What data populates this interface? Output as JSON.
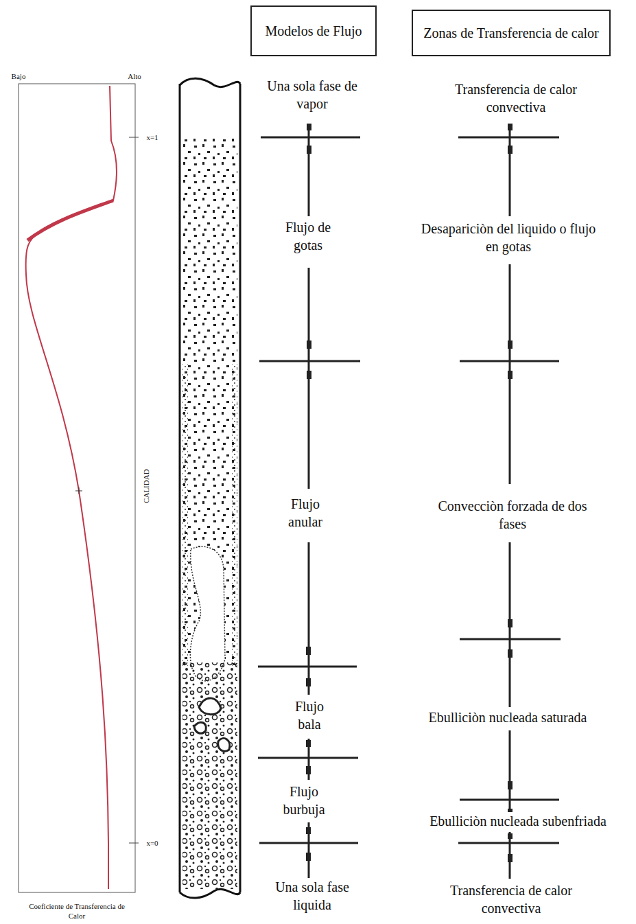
{
  "diagram": {
    "nodes": [
      {
        "text": [
          "Modelos de Flujo"
        ]
      },
      {
        "text": [
          "Zonas de Transferencia de calor"
        ]
      }
    ],
    "labels": [
      "Bajo",
      "Alto",
      "x=1",
      "x=0",
      "CALIDAD",
      "Coeficiente de Transferencia de Calor",
      "Una sola fase de vapor",
      "Flujo de gotas",
      "Flujo anular",
      "Flujo bala",
      "Flujo burbuja",
      "Una sola fase liquida",
      "Transferencia de calor convectiva",
      "Desapariciòn del liquido o flujo en gotas",
      "Convecciòn forzada de dos fases",
      "Ebulliciòn nucleada saturada",
      "Ebulliciòn nucleada subenfriada",
      "Transferencia de calor convectiva"
    ]
  }
}
